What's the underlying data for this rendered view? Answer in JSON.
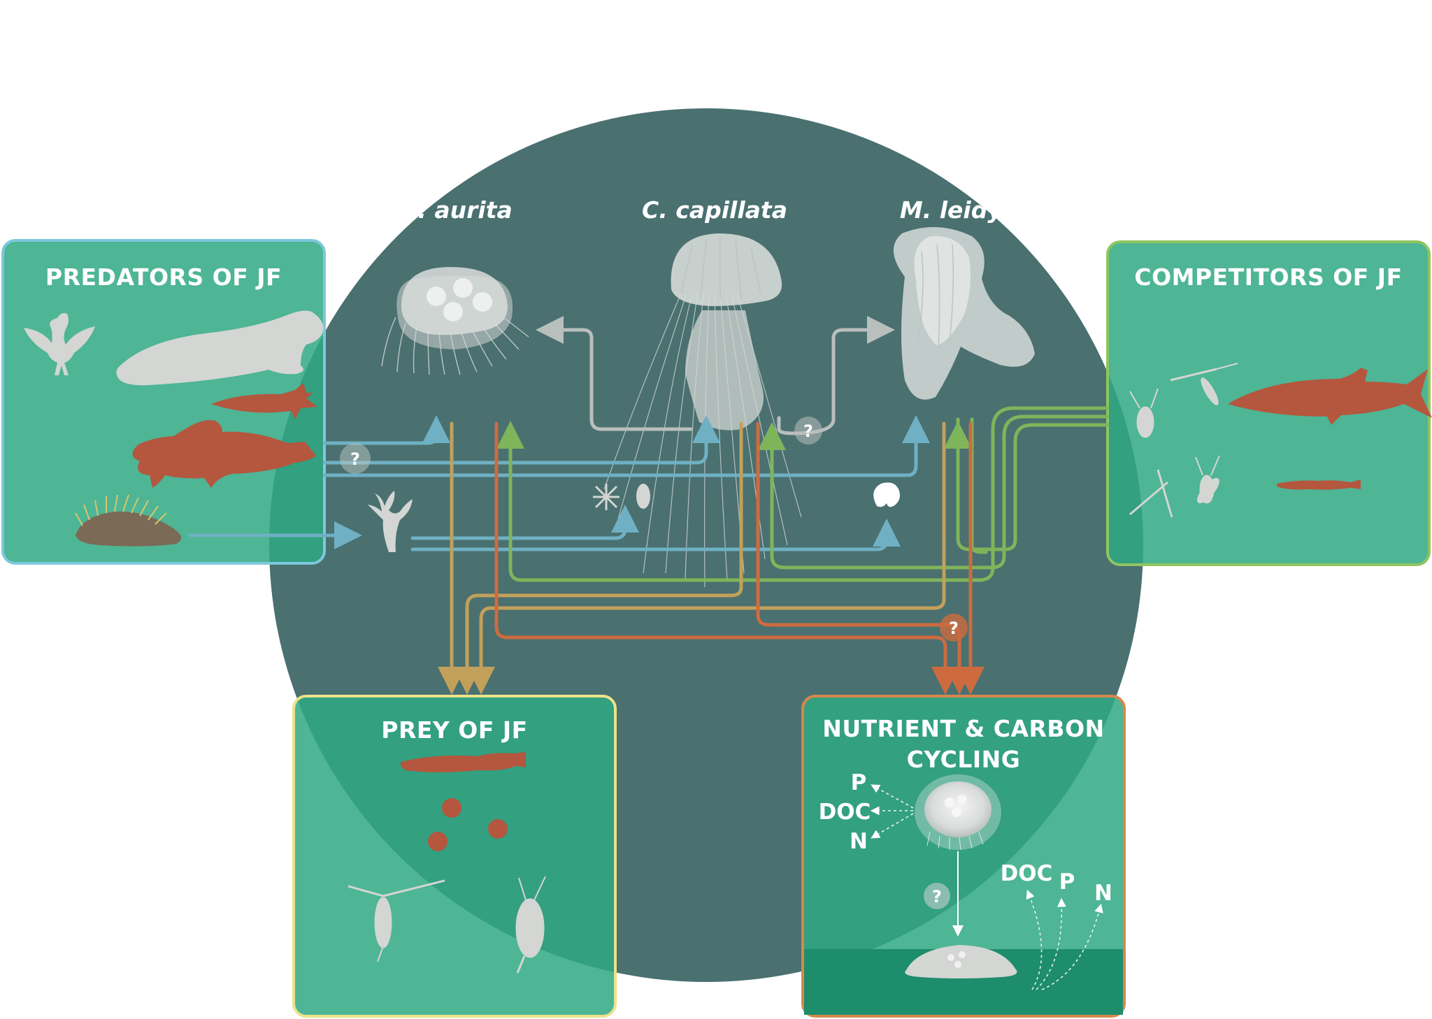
{
  "species": {
    "a_aurita": "A. aurita",
    "c_capillata": "C. capillata",
    "m_leidyi": "M. leidyi"
  },
  "boxes": {
    "predators": "PREDATORS OF JF",
    "competitors": "COMPETITORS OF JF",
    "prey": "PREY OF JF",
    "nutrient_line1": "NUTRIENT & CARBON",
    "nutrient_line2": "CYCLING"
  },
  "nutrients": {
    "release": [
      "P",
      "DOC",
      "N"
    ],
    "sediment": [
      "DOC",
      "P",
      "N"
    ]
  },
  "uncertainty_mark": "?",
  "colors": {
    "circle": "#4a7070",
    "box_fill": "#2fa883",
    "predators_border": "#7dc8dd",
    "competitors_border": "#8fc560",
    "prey_border": "#ece28a",
    "nutrient_border": "#d4884c",
    "arrow_blue": "#6fb0c4",
    "arrow_green": "#7fb55a",
    "arrow_orange": "#cd6b3f",
    "arrow_tan": "#c2a05a",
    "arrow_gray": "#b9bfbd",
    "silhouette_red": "#b5563e",
    "silhouette_gray": "#d3d6d3"
  }
}
